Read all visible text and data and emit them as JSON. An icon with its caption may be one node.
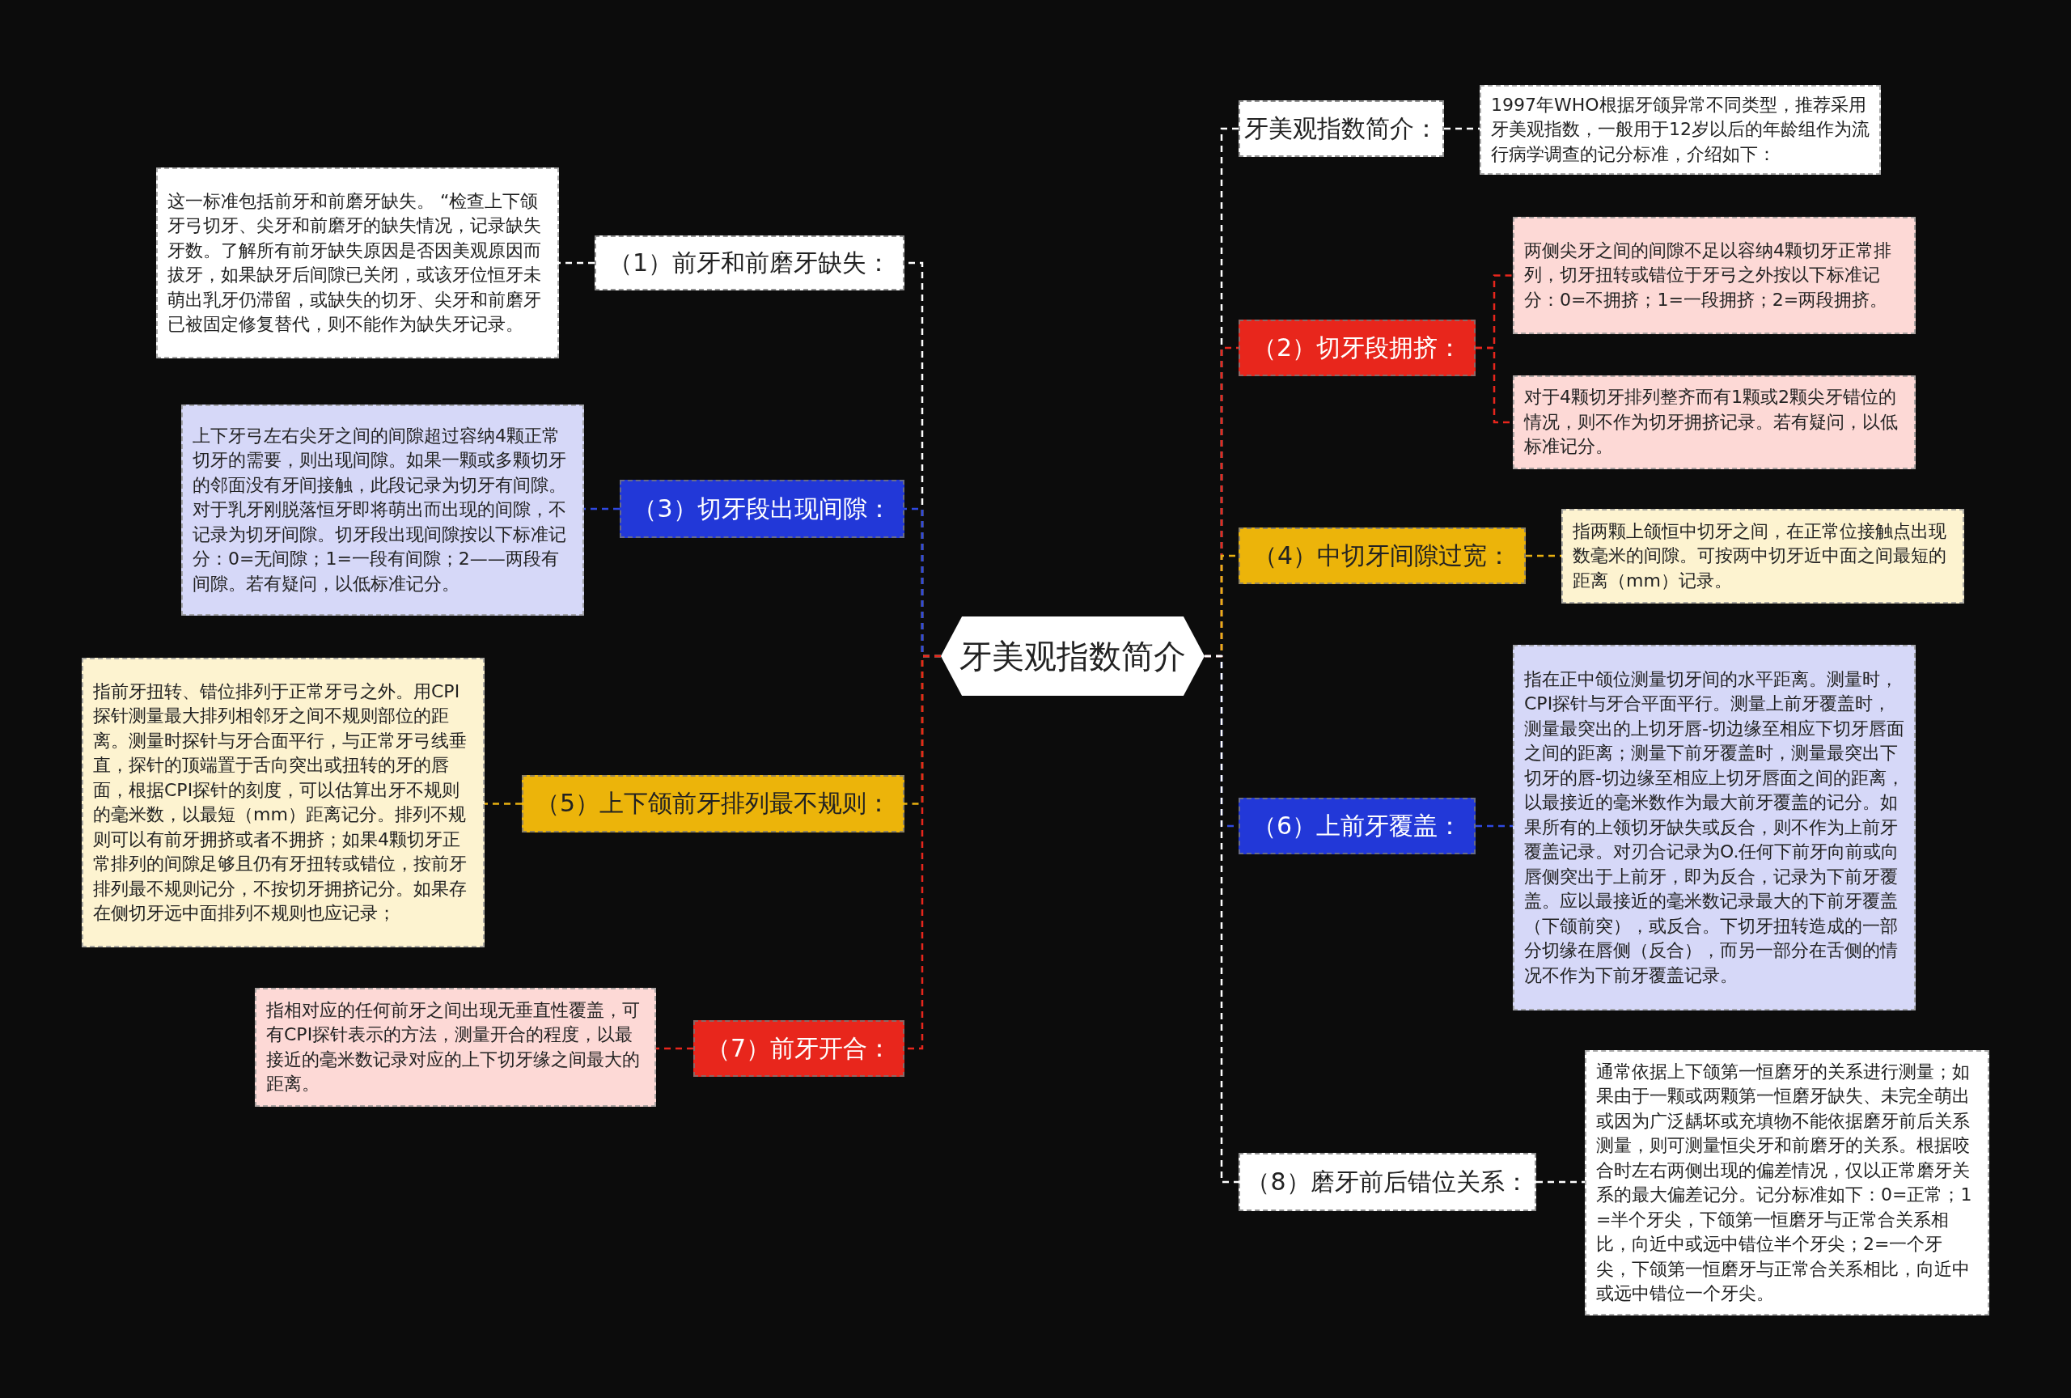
{
  "diagram": {
    "nodes": [
      {
        "text": [
          "牙美观指数简介"
        ]
      },
      {
        "text": [
          "（1）前牙和前磨牙缺失："
        ]
      },
      {
        "text": [
          "这一标准包括前牙和前磨牙缺失。 “检查上下颌牙弓切牙、尖牙和前磨牙的缺失情况，记录缺失牙数。了解所有前牙缺失原因是否因美观原因而拔牙，如果缺牙后间隙已关闭，或该牙位恒牙未萌出乳牙仍滞留，或缺失的切牙、尖牙和前磨牙已被固定修复替代，则不能作为缺失牙记录。"
        ]
      },
      {
        "text": [
          "（3）切牙段出现间隙："
        ]
      },
      {
        "text": [
          "上下牙弓左右尖牙之间的间隙超过容纳4颗正常切牙的需要，则出现间隙。如果一颗或多颗切牙的邻面没有牙间接触，此段记录为切牙有间隙。对于乳牙刚脱落恒牙即将萌出而出现的间隙，不记录为切牙间隙。切牙段出现间隙按以下标准记分：0=无间隙；1=一段有间隙；2——两段有间隙。若有疑问，以低标准记分。"
        ]
      },
      {
        "text": [
          "（5）上下颌前牙排列最不规则："
        ]
      },
      {
        "text": [
          "指前牙扭转、错位排列于正常牙弓之外。用CPI探针测量最大排列相邻牙之间不规则部位的距离。测量时探针与牙合面平行，与正常牙弓线垂直，探针的顶端置于舌向突出或扭转的牙的唇面，根据CPI探针的刻度，可以估算出牙不规则的毫米数，以最短（mm）距离记分。排列不规则可以有前牙拥挤或者不拥挤；如果4颗切牙正常排列的间隙足够且仍有牙扭转或错位，按前牙排列最不规则记分，不按切牙拥挤记分。如果存在侧切牙远中面排列不规则也应记录；"
        ]
      },
      {
        "text": [
          "（7）前牙开合："
        ]
      },
      {
        "text": [
          "指相对应的任何前牙之间出现无垂直性覆盖，可有CPI探针表示的方法，测量开合的程度，以最接近的毫米数记录对应的上下切牙缘之间最大的距离。"
        ]
      },
      {
        "text": [
          "牙美观指数简介："
        ]
      },
      {
        "text": [
          "1997年WHO根据牙颌异常不同类型，推荐采用牙美观指数，一般用于12岁以后的年龄组作为流行病学调查的记分标准，介绍如下："
        ]
      },
      {
        "text": [
          "（2）切牙段拥挤："
        ]
      },
      {
        "text": [
          "两侧尖牙之间的间隙不足以容纳4颗切牙正常排列，切牙扭转或错位于牙弓之外按以下标准记分：0=不拥挤；1=一段拥挤；2=两段拥挤。"
        ]
      },
      {
        "text": [
          "对于4颗切牙排列整齐而有1颗或2颗尖牙错位的情况，则不作为切牙拥挤记录。若有疑问，以低标准记分。"
        ]
      },
      {
        "text": [
          "（4）中切牙间隙过宽："
        ]
      },
      {
        "text": [
          "指两颗上颌恒中切牙之间，在正常位接触点出现数毫米的间隙。可按两中切牙近中面之间最短的距离（mm）记录。"
        ]
      },
      {
        "text": [
          "（6）上前牙覆盖："
        ]
      },
      {
        "text": [
          "指在正中颌位测量切牙间的水平距离。测量时，CPI探针与牙合平面平行。测量上前牙覆盖时，测量最突出的上切牙唇-切边缘至相应下切牙唇面之间的距离；测量下前牙覆盖时，测量最突出下切牙的唇-切边缘至相应上切牙唇面之间的距离，以最接近的毫米数作为最大前牙覆盖的记分。如果所有的上领切牙缺失或反合，则不作为上前牙覆盖记录。对刃合记录为O.任何下前牙向前或向唇侧突出于上前牙，即为反合，记录为下前牙覆盖。应以最接近的毫米数记录最大的下前牙覆盖（下颌前突），或反合。下切牙扭转造成的一部分切缘在唇侧（反合），而另一部分在舌侧的情况不作为下前牙覆盖记录。"
        ]
      },
      {
        "text": [
          "（8）磨牙前后错位关系："
        ]
      },
      {
        "text": [
          "通常依据上下颌第一恒磨牙的关系进行测量；如果由于一颗或两颗第一恒磨牙缺失、未完全萌出或因为广泛龋坏或充填物不能依据磨牙前后关系测量，则可测量恒尖牙和前磨牙的关系。根据咬合时左右两侧出现的偏差情况，仅以正常磨牙关系的最大偏差记分。记分标准如下：0=正常；1=半个牙尖，下颌第一恒磨牙与正常合关系相比，向近中或远中错位半个牙尖；2=一个牙尖，下颌第一恒磨牙与正常合关系相比，向近中或远中错位一个牙尖。"
        ]
      }
    ],
    "edges": [
      {
        "from": 0,
        "to": 1,
        "arrow": "none"
      },
      {
        "from": 1,
        "to": 2,
        "arrow": "none"
      },
      {
        "from": 0,
        "to": 3,
        "arrow": "none",
        "color": "#2f48e0"
      },
      {
        "from": 3,
        "to": 4,
        "arrow": "none",
        "color": "#2f48e0"
      },
      {
        "from": 0,
        "to": 5,
        "arrow": "none",
        "color": "#e8b010"
      },
      {
        "from": 5,
        "to": 6,
        "arrow": "none",
        "color": "#e8b010"
      },
      {
        "from": 0,
        "to": 7,
        "arrow": "none",
        "color": "#e8261c"
      },
      {
        "from": 7,
        "to": 8,
        "arrow": "none",
        "color": "#e8261c"
      },
      {
        "from": 0,
        "to": 9,
        "arrow": "none"
      },
      {
        "from": 9,
        "to": 10,
        "arrow": "none"
      },
      {
        "from": 0,
        "to": 11,
        "arrow": "none",
        "color": "#e8261c"
      },
      {
        "from": 11,
        "to": 12,
        "arrow": "none",
        "color": "#e8261c"
      },
      {
        "from": 11,
        "to": 13,
        "arrow": "none",
        "color": "#e8261c"
      },
      {
        "from": 0,
        "to": 14,
        "arrow": "none",
        "color": "#e8b010"
      },
      {
        "from": 14,
        "to": 15,
        "arrow": "none",
        "color": "#e8b010"
      },
      {
        "from": 0,
        "to": 16,
        "arrow": "none",
        "color": "#2f48e0"
      },
      {
        "from": 16,
        "to": 17,
        "arrow": "none",
        "color": "#2f48e0"
      },
      {
        "from": 0,
        "to": 18,
        "arrow": "none"
      },
      {
        "from": 18,
        "to": 19,
        "arrow": "none"
      }
    ]
  }
}
